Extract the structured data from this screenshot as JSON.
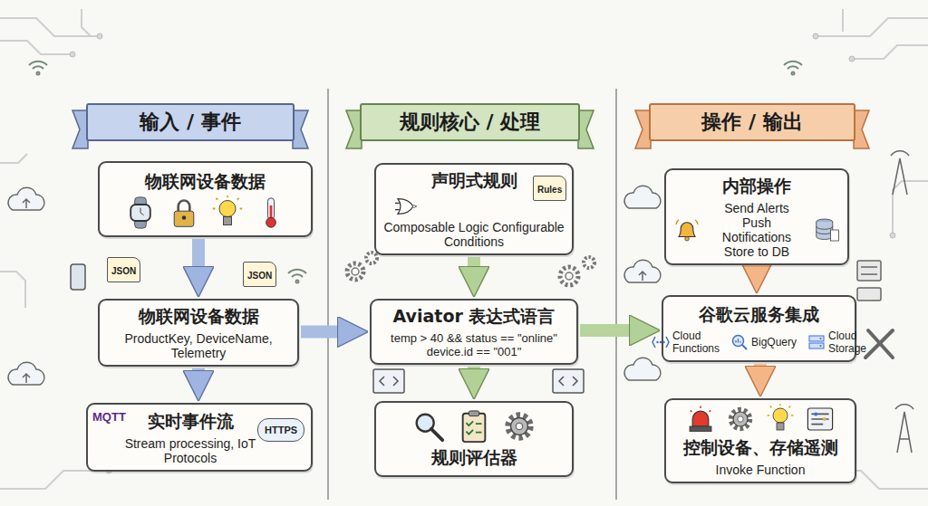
{
  "diagram": {
    "nodes": [
      {
        "text": [
          "输入 / 事件"
        ]
      },
      {
        "text": [
          "物联网设备数据"
        ]
      },
      {
        "text": [
          "物联网设备数据",
          "ProductKey, DeviceName, Telemetry"
        ]
      },
      {
        "text": [
          "实时事件流",
          "Stream processing, IoT Protocols"
        ]
      },
      {
        "text": [
          "规则核心 / 处理"
        ]
      },
      {
        "text": [
          "声明式规则",
          "Composable Logic Configurable Conditions"
        ]
      },
      {
        "text": [
          "Aviator 表达式语言",
          "temp > 40 && status == \"online\" device.id == \"001\""
        ]
      },
      {
        "text": [
          "规则评估器"
        ]
      },
      {
        "text": [
          "操作 / 输出"
        ]
      },
      {
        "text": [
          "内部操作",
          "Send Alerts Push Notifications Store to DB"
        ]
      },
      {
        "text": [
          "谷歌云服务集成",
          "Cloud Functions",
          "BigQuery",
          "Cloud Storage"
        ]
      },
      {
        "text": [
          "控制设备、存储遥测",
          "Invoke Function"
        ]
      }
    ],
    "edges": [
      {
        "from": 1,
        "to": 2,
        "arrow": "to"
      },
      {
        "from": 2,
        "to": 3,
        "arrow": "to"
      },
      {
        "from": 5,
        "to": 6,
        "arrow": "to"
      },
      {
        "from": 6,
        "to": 7,
        "arrow": "to"
      },
      {
        "from": 9,
        "to": 10,
        "arrow": "to"
      },
      {
        "from": 10,
        "to": 11,
        "arrow": "to"
      },
      {
        "from": 2,
        "to": 6,
        "arrow": "to"
      },
      {
        "from": 6,
        "to": 10,
        "arrow": "to"
      }
    ],
    "labels": [
      "JSON",
      "JSON",
      "MQTT",
      "HTTPS",
      "Rules"
    ]
  }
}
